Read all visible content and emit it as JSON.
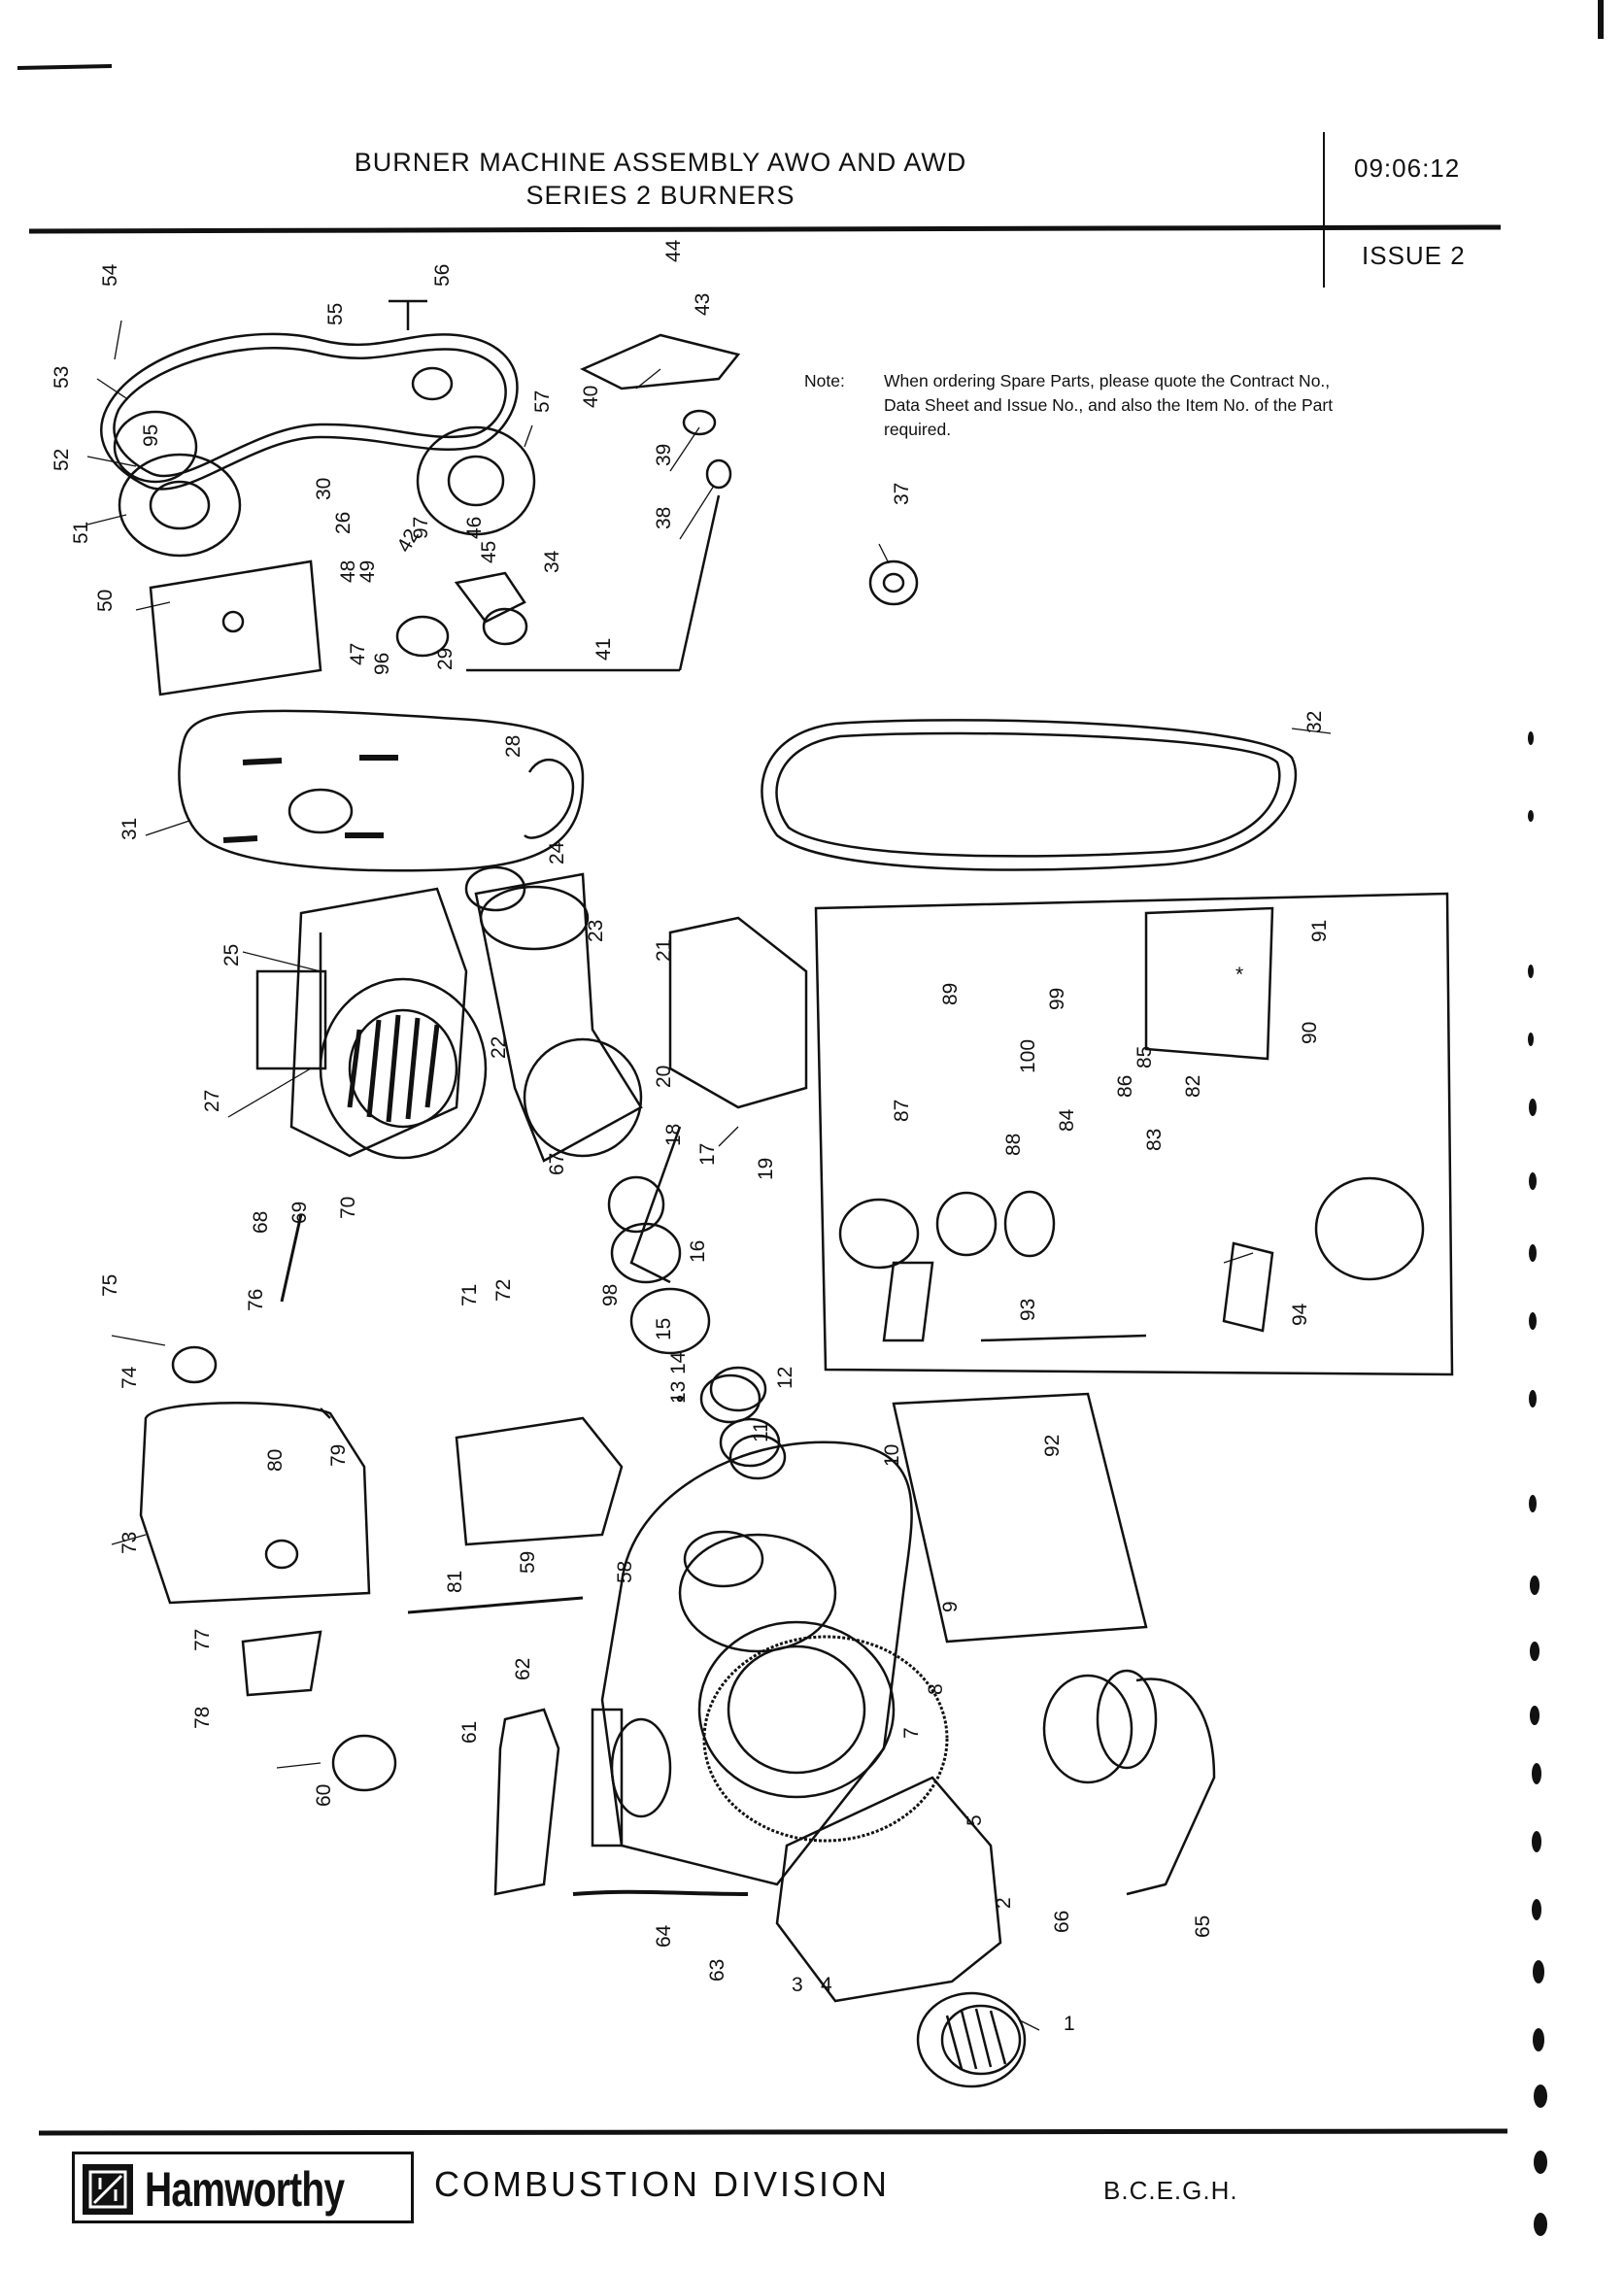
{
  "header": {
    "title_line1": "BURNER MACHINE ASSEMBLY AWO AND AWD",
    "title_line2": "SERIES 2 BURNERS",
    "doc_number": "09:06:12",
    "issue": "ISSUE 2"
  },
  "note": {
    "label": "Note:",
    "text": "When ordering Spare Parts, please quote the Contract No., Data Sheet and Issue No., and also the Item No. of the Part required."
  },
  "footer": {
    "brand": "Hamworthy",
    "division": "COMBUSTION  DIVISION",
    "code": "B.C.E.G.H."
  },
  "callouts": [
    "1",
    "2",
    "3",
    "4",
    "5",
    "7",
    "8",
    "9",
    "10",
    "11",
    "12",
    "13",
    "14",
    "15",
    "16",
    "17",
    "18",
    "19",
    "20",
    "21",
    "22",
    "23",
    "24",
    "25",
    "26",
    "27",
    "28",
    "29",
    "30",
    "31",
    "32",
    "34",
    "37",
    "38",
    "39",
    "40",
    "41",
    "42",
    "43",
    "44",
    "45",
    "46",
    "47",
    "48",
    "49",
    "50",
    "51",
    "52",
    "53",
    "54",
    "55",
    "56",
    "57",
    "58",
    "59",
    "60",
    "61",
    "62",
    "63",
    "64",
    "65",
    "66",
    "67",
    "68",
    "69",
    "70",
    "71",
    "72",
    "73",
    "74",
    "75",
    "76",
    "77",
    "78",
    "79",
    "80",
    "81",
    "82",
    "83",
    "84",
    "85",
    "86",
    "87",
    "88",
    "89",
    "90",
    "91",
    "92",
    "93",
    "94",
    "95",
    "96",
    "97",
    "98",
    "99",
    "100",
    "*"
  ]
}
